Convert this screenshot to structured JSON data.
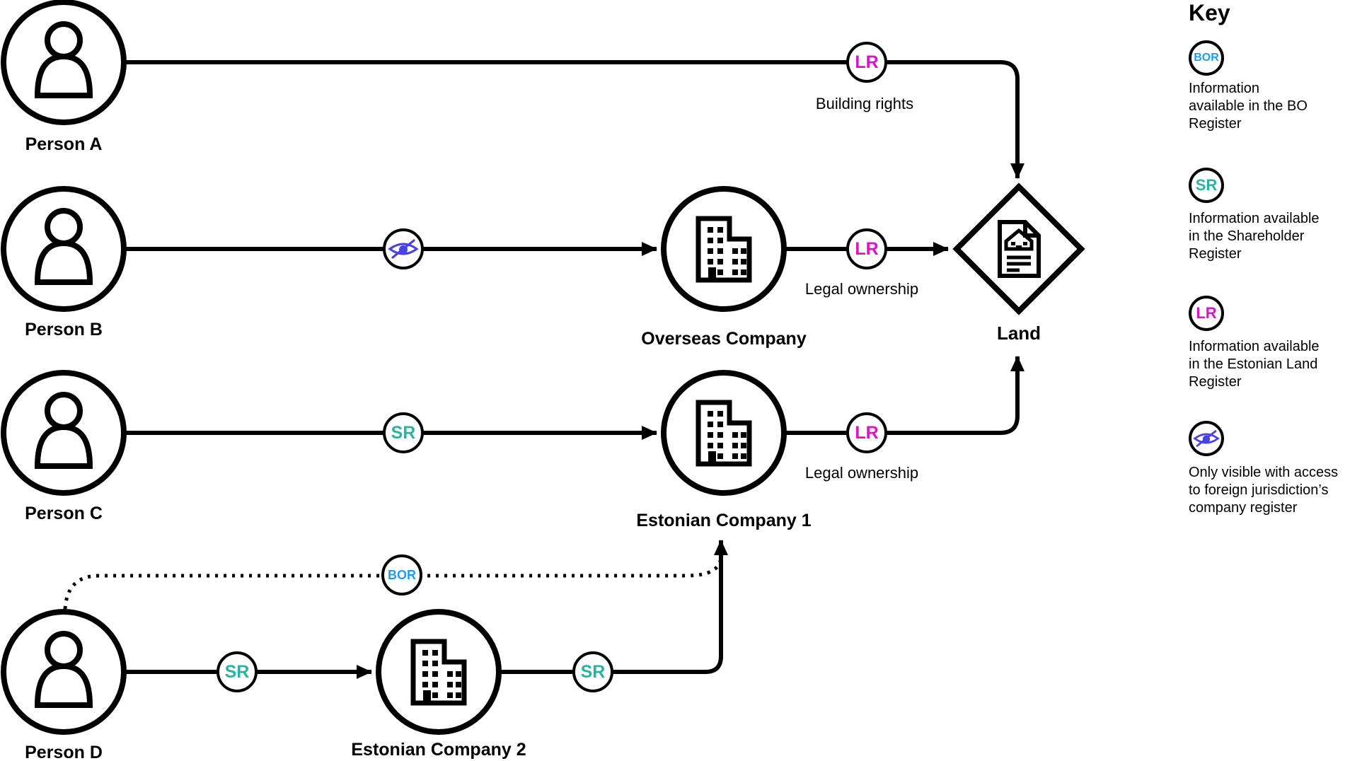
{
  "colors": {
    "bor_blue": "#1E9CF0",
    "sr_teal": "#2AB3A3",
    "lr_magenta": "#E111CB",
    "eye_indigo": "#4B42E6",
    "line_black": "#000000"
  },
  "nodes": {
    "person_a": "Person A",
    "person_b": "Person B",
    "person_c": "Person C",
    "person_d": "Person D",
    "overseas_company": "Overseas Company",
    "estonian_company_1": "Estonian Company 1",
    "estonian_company_2": "Estonian Company 2",
    "land": "Land"
  },
  "edge_labels": {
    "building_rights": "Building rights",
    "legal_ownership_overseas": "Legal ownership",
    "legal_ownership_estonian1": "Legal ownership"
  },
  "badges": {
    "lr_person_a_land": "LR",
    "lr_overseas_land": "LR",
    "lr_estonian1_land": "LR",
    "sr_person_c": "SR",
    "sr_person_d": "SR",
    "sr_estonian2": "SR",
    "bor_person_d": "BOR"
  },
  "key": {
    "title": "Key",
    "items": [
      {
        "badge": "BOR",
        "text": "Information\navailable in the BO\nRegister"
      },
      {
        "badge": "SR",
        "text": "Information available\nin the Shareholder\nRegister"
      },
      {
        "badge": "LR",
        "text": "Information available\nin the Estonian Land\nRegister"
      },
      {
        "badge": "hidden-eye",
        "text": "Only visible with access\nto foreign jurisdiction’s\ncompany register"
      }
    ]
  }
}
